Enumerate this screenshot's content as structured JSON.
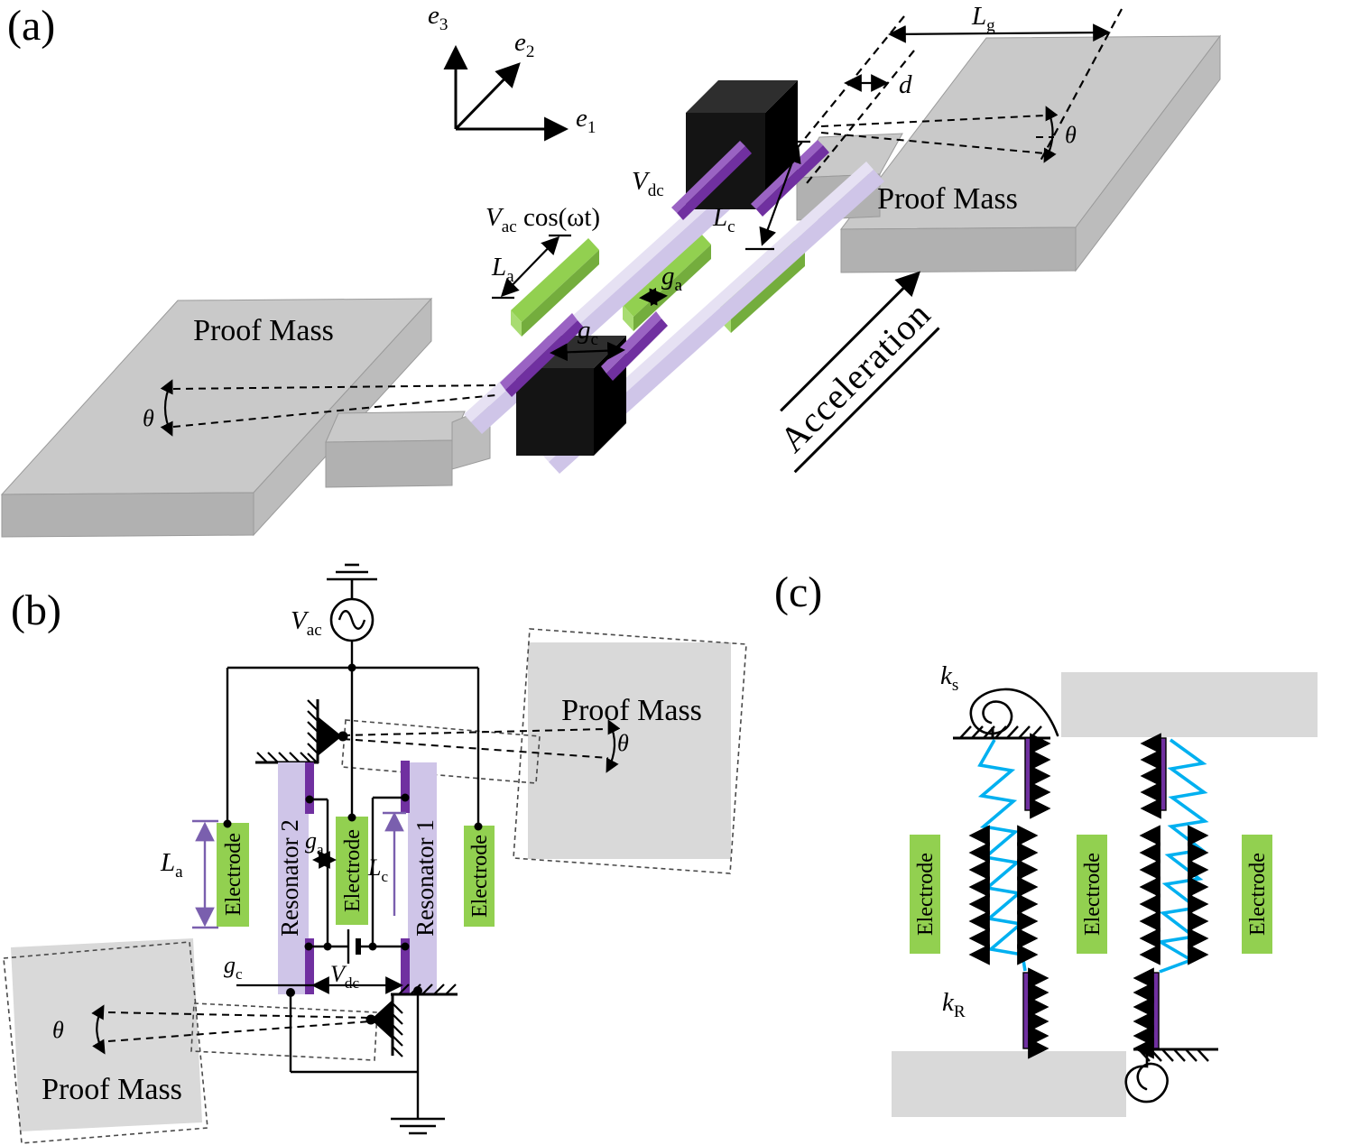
{
  "colors": {
    "green": "#92d050",
    "green-dk": "#74ad3d",
    "green-lt": "#a8dc72",
    "purple": "#7030a0",
    "purple-lt": "#9a63c3",
    "lav": "#cfc5e8",
    "lav-lt": "#e6e1f3",
    "cyan": "#00b0f0",
    "mass": "#d9d9d9",
    "slab-top": "#c9c9c9",
    "slab-front": "#b1b1b1",
    "slab-side": "#bcbcbc",
    "anchor": "#141414",
    "anchor-top": "#2e2e2e",
    "anchor-side": "#000000",
    "dimp": "#7a5fae"
  },
  "panel_a": {
    "tag": "(a)",
    "axis_e1": {
      "m": "e",
      "s": "1"
    },
    "axis_e2": {
      "m": "e",
      "s": "2"
    },
    "axis_e3": {
      "m": "e",
      "s": "3"
    },
    "vdc": {
      "m": "V",
      "s": "dc"
    },
    "vac": {
      "m": "V",
      "s": "ac",
      "r": " cos(ωt)"
    },
    "la": {
      "m": "L",
      "s": "a"
    },
    "ga": {
      "m": "g",
      "s": "a"
    },
    "gc": {
      "m": "g",
      "s": "c"
    },
    "lc": {
      "m": "L",
      "s": "c"
    },
    "lg": {
      "m": "L",
      "s": "g"
    },
    "d": "d",
    "theta": "θ",
    "proof_mass": "Proof Mass",
    "acceleration": "Acceleration"
  },
  "panel_b": {
    "tag": "(b)",
    "vac": {
      "m": "V",
      "s": "ac"
    },
    "vdc": {
      "m": "V",
      "s": "dc"
    },
    "la": {
      "m": "L",
      "s": "a"
    },
    "ga": {
      "m": "g",
      "s": "a"
    },
    "gc": {
      "m": "g",
      "s": "c"
    },
    "lc": {
      "m": "L",
      "s": "c"
    },
    "theta": "θ",
    "proof_mass": "Proof Mass",
    "electrode": "Electrode",
    "resonator1": "Resonator 1",
    "resonator2": "Resonator 2"
  },
  "panel_c": {
    "tag": "(c)",
    "ks": {
      "m": "k",
      "s": "s"
    },
    "kr": {
      "m": "k",
      "s": "R"
    },
    "electrode": "Electrode"
  }
}
